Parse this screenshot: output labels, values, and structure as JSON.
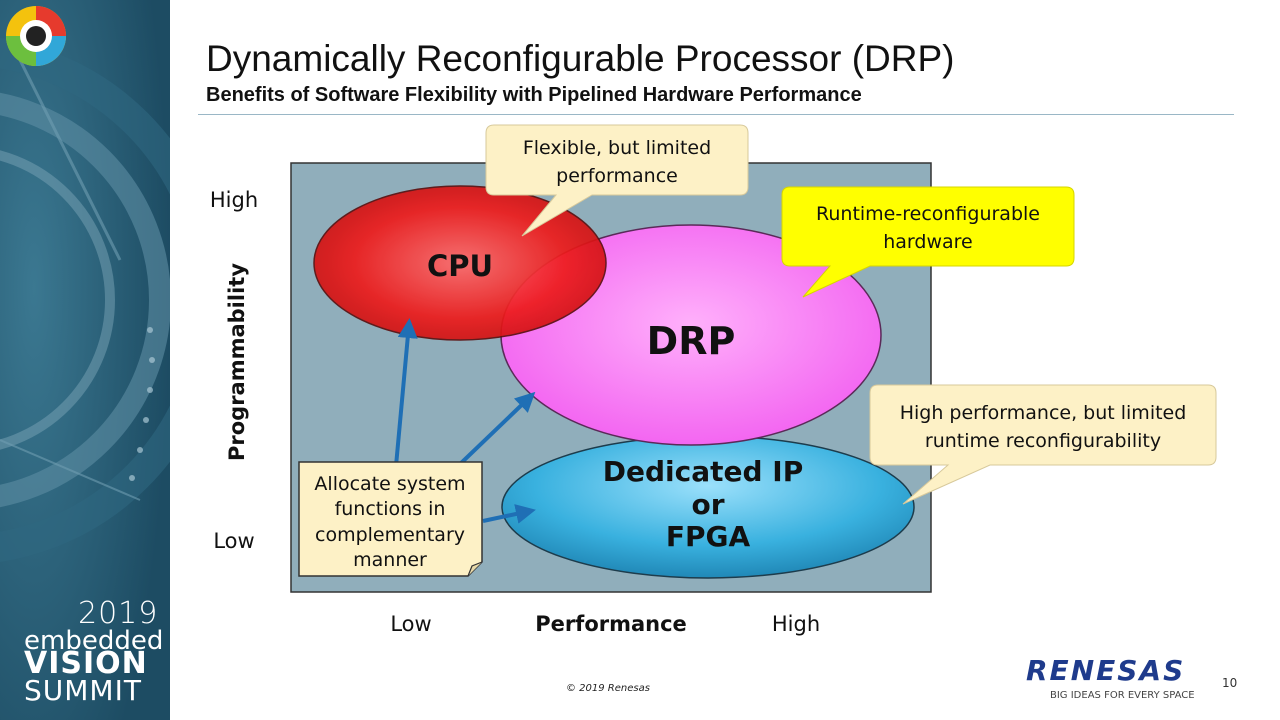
{
  "slide": {
    "title": "Dynamically Reconfigurable Processor (DRP)",
    "subtitle": "Benefits of Software Flexibility with Pipelined Hardware Performance",
    "page_number": "10",
    "copyright": "© 2019 Renesas"
  },
  "event": {
    "year": "2019",
    "line1": "embedded",
    "line2": "VISION",
    "line3": "SUMMIT"
  },
  "brand": {
    "name": "RENESAS",
    "tagline": "BIG IDEAS FOR EVERY SPACE"
  },
  "diagram": {
    "y_axis_label": "Programmability",
    "y_high": "High",
    "y_low": "Low",
    "x_axis_label": "Performance",
    "x_low": "Low",
    "x_high": "High",
    "nodes": {
      "cpu": "CPU",
      "drp": "DRP",
      "dedicated": [
        "Dedicated IP",
        "or",
        "FPGA"
      ]
    },
    "callouts": {
      "cpu": [
        "Flexible, but limited",
        "performance"
      ],
      "drp": [
        "Runtime-reconfigurable",
        "hardware"
      ],
      "dedicated": [
        "High performance, but limited",
        "runtime reconfigurability"
      ]
    },
    "note": [
      "Allocate system",
      "functions in",
      "complementary",
      "manner"
    ],
    "colors": {
      "panel": "#90aebb",
      "cpu": "#e81515",
      "drp": "#f56cf2",
      "dedicated": "#2a9fd0",
      "callout": "#fdf1c6",
      "callout_highlight": "#ffff00",
      "arrow": "#1f6fb5"
    }
  }
}
